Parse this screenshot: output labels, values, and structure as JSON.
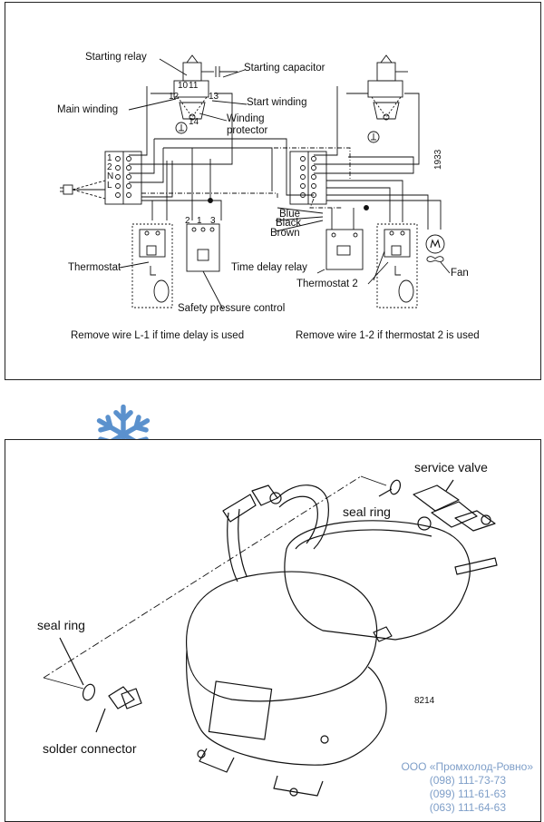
{
  "wiring_diagram": {
    "labels": {
      "starting_relay": "Starting relay",
      "starting_capacitor": "Starting capacitor",
      "main_winding": "Main winding",
      "start_winding": "Start winding",
      "winding_protector": "Winding\nprotector",
      "thermostat": "Thermostat",
      "safety_pressure_control": "Safety pressure control",
      "time_delay_relay": "Time delay relay",
      "thermostat_2": "Thermostat 2",
      "fan": "Fan",
      "blue": "Blue",
      "black": "Black",
      "brown": "Brown",
      "figure_number": "1933"
    },
    "notes": {
      "left": "Remove wire L-1 if time delay is used",
      "right": "Remove wire 1-2 if thermostat 2 is used"
    },
    "terminal_numbers": {
      "t10": "10",
      "t11": "11",
      "t12": "12",
      "t13": "13",
      "t14": "14",
      "block_1": "1",
      "block_2": "2",
      "block_n": "N",
      "block_l": "L",
      "spc_2": "2",
      "spc_1": "1",
      "spc_3": "3"
    }
  },
  "compressor_drawing": {
    "labels": {
      "service_valve": "service valve",
      "seal_ring_top": "seal ring",
      "seal_ring_left": "seal ring",
      "solder_connector": "solder connector",
      "figure_number": "8214"
    }
  },
  "watermark": {
    "company": "ООО «Промхолод-Ровно»",
    "phones": [
      "(098) 111-73-73",
      "(099) 111-61-63",
      "(063) 111-64-63"
    ]
  },
  "colors": {
    "line": "#111111",
    "watermark_text": "#7e9ec8",
    "snowflake": "#4a86c8"
  },
  "icons": [
    "snowflake-icon",
    "motor-icon",
    "fan-icon",
    "ground-icon",
    "plug-icon"
  ]
}
